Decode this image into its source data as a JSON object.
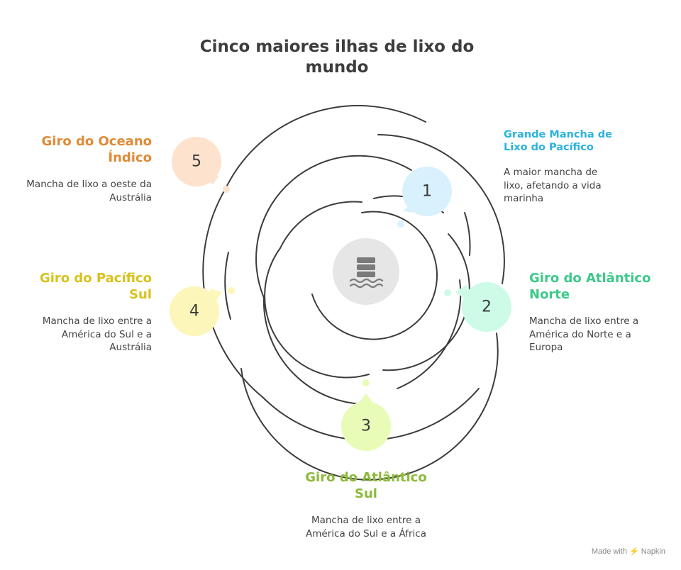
{
  "title": "Cinco maiores ilhas de lixo do mundo",
  "center_icon": "waste-barrel-water-icon",
  "items": [
    {
      "number": "1",
      "title": "Grande Mancha de Lixo do Pacífico",
      "description": "A maior mancha de lixo, afetando a vida marinha",
      "color": "#2ab3de",
      "bubble_color": "#d9f1fd"
    },
    {
      "number": "2",
      "title": "Giro do Atlântico Norte",
      "description": "Mancha de lixo entre a América do Norte e a Europa",
      "color": "#3dc98a",
      "bubble_color": "#cdfbe8"
    },
    {
      "number": "3",
      "title": "Giro do Atlântico Sul",
      "description": "Mancha de lixo entre a América do Sul e a África",
      "color": "#8cba3a",
      "bubble_color": "#e8fcb8"
    },
    {
      "number": "4",
      "title": "Giro do Pacífico Sul",
      "description": "Mancha de lixo entre a América do Sul e a Austrália",
      "color": "#d8c21c",
      "bubble_color": "#fdf6ba"
    },
    {
      "number": "5",
      "title": "Giro do Oceano Índico",
      "description": "Mancha de lixo a oeste da Austrália",
      "color": "#e08a36",
      "bubble_color": "#fde2cd"
    }
  ],
  "footer": "Made with ⚡ Napkin"
}
